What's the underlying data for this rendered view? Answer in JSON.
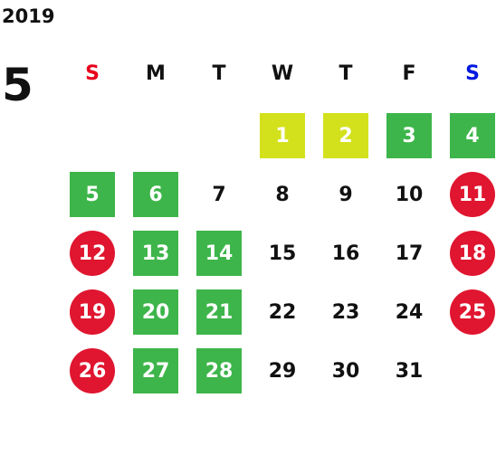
{
  "year": "2019",
  "month": "5",
  "colors": {
    "text": "#111111",
    "sunday_header": "#e8001c",
    "saturday_header": "#0018e0",
    "highlight_yellow": "#d3e11d",
    "highlight_green": "#3db54a",
    "holiday_red": "#e0152f"
  },
  "weekdays": [
    {
      "label": "S",
      "kind": "sunday"
    },
    {
      "label": "M",
      "kind": "weekday"
    },
    {
      "label": "T",
      "kind": "weekday"
    },
    {
      "label": "W",
      "kind": "weekday"
    },
    {
      "label": "T",
      "kind": "weekday"
    },
    {
      "label": "F",
      "kind": "weekday"
    },
    {
      "label": "S",
      "kind": "saturday"
    }
  ],
  "days": [
    {
      "day": "1",
      "style": "yellow"
    },
    {
      "day": "2",
      "style": "yellow"
    },
    {
      "day": "3",
      "style": "green"
    },
    {
      "day": "4",
      "style": "green"
    },
    {
      "day": "5",
      "style": "green"
    },
    {
      "day": "6",
      "style": "green"
    },
    {
      "day": "7",
      "style": "plain"
    },
    {
      "day": "8",
      "style": "plain"
    },
    {
      "day": "9",
      "style": "plain"
    },
    {
      "day": "10",
      "style": "plain"
    },
    {
      "day": "11",
      "style": "red-circle"
    },
    {
      "day": "12",
      "style": "red-circle"
    },
    {
      "day": "13",
      "style": "green"
    },
    {
      "day": "14",
      "style": "green"
    },
    {
      "day": "15",
      "style": "plain"
    },
    {
      "day": "16",
      "style": "plain"
    },
    {
      "day": "17",
      "style": "plain"
    },
    {
      "day": "18",
      "style": "red-circle"
    },
    {
      "day": "19",
      "style": "red-circle"
    },
    {
      "day": "20",
      "style": "green"
    },
    {
      "day": "21",
      "style": "green"
    },
    {
      "day": "22",
      "style": "plain"
    },
    {
      "day": "23",
      "style": "plain"
    },
    {
      "day": "24",
      "style": "plain"
    },
    {
      "day": "25",
      "style": "red-circle"
    },
    {
      "day": "26",
      "style": "red-circle"
    },
    {
      "day": "27",
      "style": "green"
    },
    {
      "day": "28",
      "style": "green"
    },
    {
      "day": "29",
      "style": "plain"
    },
    {
      "day": "30",
      "style": "plain"
    },
    {
      "day": "31",
      "style": "plain"
    }
  ]
}
